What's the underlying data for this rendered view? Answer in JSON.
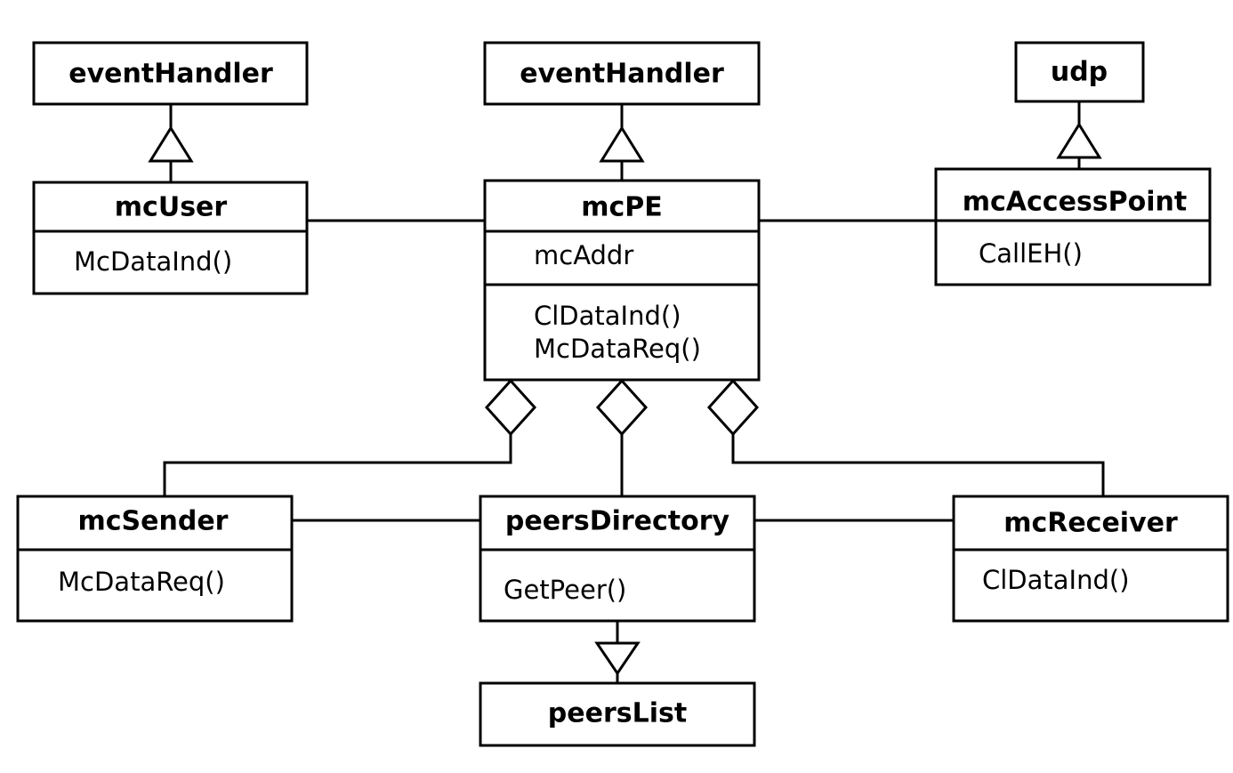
{
  "diagram": {
    "kind": "uml-class-diagram",
    "title": "",
    "background_color": "#ffffff",
    "line_color": "#000000",
    "fill_color": "#ffffff"
  },
  "classes": {
    "event_handler_left": {
      "name": "eventHandler",
      "attributes": [],
      "operations": []
    },
    "event_handler_center": {
      "name": "eventHandler",
      "attributes": [],
      "operations": []
    },
    "udp": {
      "name": "udp",
      "attributes": [],
      "operations": []
    },
    "mc_user": {
      "name": "mcUser",
      "attributes": [],
      "operations": [
        "McDataInd()"
      ]
    },
    "mc_pe": {
      "name": "mcPE",
      "attributes": [
        "mcAddr"
      ],
      "operations": [
        "ClDataInd()",
        "McDataReq()"
      ]
    },
    "mc_access_point": {
      "name": "mcAccessPoint",
      "attributes": [],
      "operations": [
        "CallEH()"
      ]
    },
    "mc_sender": {
      "name": "mcSender",
      "attributes": [],
      "operations": [
        "McDataReq()"
      ]
    },
    "peers_directory": {
      "name": "peersDirectory",
      "attributes": [],
      "operations": [
        "GetPeer()"
      ]
    },
    "mc_receiver": {
      "name": "mcReceiver",
      "attributes": [],
      "operations": [
        "ClDataInd()"
      ]
    },
    "peers_list": {
      "name": "peersList",
      "attributes": [],
      "operations": []
    }
  },
  "relationships": [
    {
      "id": "gen-mcuser-eventhandler",
      "type": "generalization",
      "from": "mcUser",
      "to": "eventHandler",
      "marker": "hollow-triangle-up"
    },
    {
      "id": "gen-mcpe-eventhandler",
      "type": "generalization",
      "from": "mcPE",
      "to": "eventHandler",
      "marker": "hollow-triangle-up"
    },
    {
      "id": "gen-mcap-udp",
      "type": "generalization",
      "from": "mcAccessPoint",
      "to": "udp",
      "marker": "hollow-triangle-up"
    },
    {
      "id": "assoc-mcuser-mcpe",
      "type": "association",
      "from": "mcUser",
      "to": "mcPE",
      "marker": "none"
    },
    {
      "id": "assoc-mcpe-mcap",
      "type": "association",
      "from": "mcPE",
      "to": "mcAccessPoint",
      "marker": "none"
    },
    {
      "id": "agg-mcpe-mcsender",
      "type": "aggregation",
      "from": "mcPE",
      "to": "mcSender",
      "marker": "hollow-diamond"
    },
    {
      "id": "agg-mcpe-peersdirectory",
      "type": "aggregation",
      "from": "mcPE",
      "to": "peersDirectory",
      "marker": "hollow-diamond"
    },
    {
      "id": "agg-mcpe-mcreceiver",
      "type": "aggregation",
      "from": "mcPE",
      "to": "mcReceiver",
      "marker": "hollow-diamond"
    },
    {
      "id": "assoc-mcsender-peersdir",
      "type": "association",
      "from": "mcSender",
      "to": "peersDirectory",
      "marker": "none"
    },
    {
      "id": "assoc-peersdir-mcreceiver",
      "type": "association",
      "from": "peersDirectory",
      "to": "mcReceiver",
      "marker": "none"
    },
    {
      "id": "gen-peersdir-peerslist",
      "type": "generalization",
      "from": "peersDirectory",
      "to": "peersList",
      "marker": "hollow-triangle-down"
    }
  ]
}
